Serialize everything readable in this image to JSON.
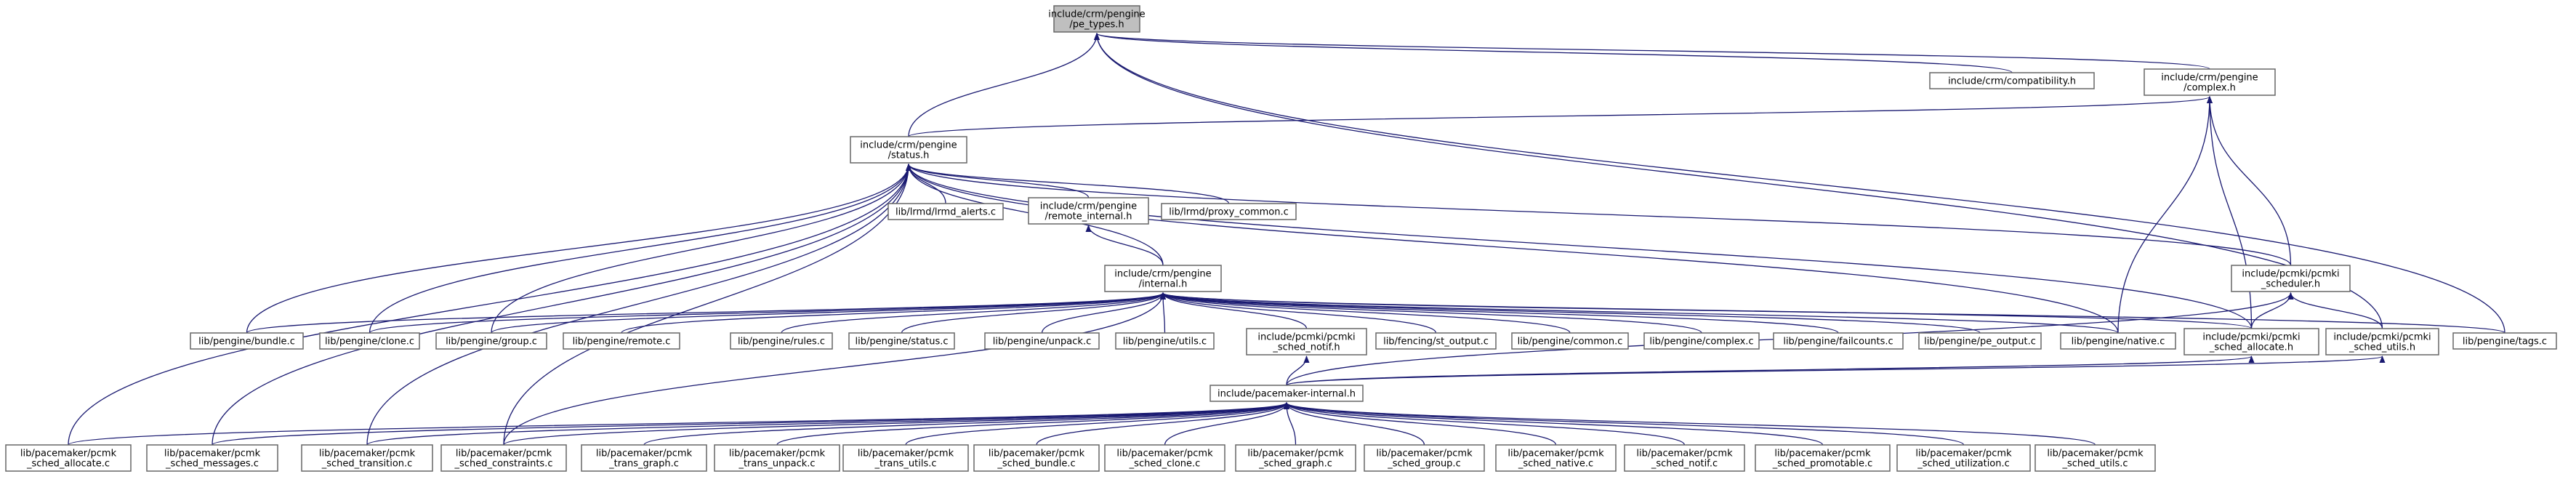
{
  "graph": {
    "root": {
      "id": "pe_types",
      "lines": [
        "include/crm/pengine",
        "/pe_types.h"
      ]
    },
    "nodes": [
      {
        "id": "compat",
        "lines": [
          "include/crm/compatibility.h"
        ]
      },
      {
        "id": "complex_h",
        "lines": [
          "include/crm/pengine",
          "/complex.h"
        ]
      },
      {
        "id": "status_h",
        "lines": [
          "include/crm/pengine",
          "/status.h"
        ]
      },
      {
        "id": "frmd_alerts",
        "lines": [
          "lib/lrmd/lrmd_alerts.c"
        ]
      },
      {
        "id": "remote_internal",
        "lines": [
          "include/crm/pengine",
          "/remote_internal.h"
        ]
      },
      {
        "id": "proxy_common",
        "lines": [
          "lib/lrmd/proxy_common.c"
        ]
      },
      {
        "id": "internal_h",
        "lines": [
          "include/crm/pengine",
          "/internal.h"
        ]
      },
      {
        "id": "scheduler_h",
        "lines": [
          "include/pcmki/pcmki",
          "_scheduler.h"
        ]
      },
      {
        "id": "bundle_c",
        "lines": [
          "lib/pengine/bundle.c"
        ]
      },
      {
        "id": "clone_c",
        "lines": [
          "lib/pengine/clone.c"
        ]
      },
      {
        "id": "group_c",
        "lines": [
          "lib/pengine/group.c"
        ]
      },
      {
        "id": "remote_c",
        "lines": [
          "lib/pengine/remote.c"
        ]
      },
      {
        "id": "rules_c",
        "lines": [
          "lib/pengine/rules.c"
        ]
      },
      {
        "id": "status_c",
        "lines": [
          "lib/pengine/status.c"
        ]
      },
      {
        "id": "unpack_c",
        "lines": [
          "lib/pengine/unpack.c"
        ]
      },
      {
        "id": "utils_c",
        "lines": [
          "lib/pengine/utils.c"
        ]
      },
      {
        "id": "notif_h",
        "lines": [
          "include/pcmki/pcmki",
          "_sched_notif.h"
        ]
      },
      {
        "id": "st_output",
        "lines": [
          "lib/fencing/st_output.c"
        ]
      },
      {
        "id": "common_c",
        "lines": [
          "lib/pengine/common.c"
        ]
      },
      {
        "id": "complex_c",
        "lines": [
          "lib/pengine/complex.c"
        ]
      },
      {
        "id": "failcounts_c",
        "lines": [
          "lib/pengine/failcounts.c"
        ]
      },
      {
        "id": "pe_output_c",
        "lines": [
          "lib/pengine/pe_output.c"
        ]
      },
      {
        "id": "native_c",
        "lines": [
          "lib/pengine/native.c"
        ]
      },
      {
        "id": "allocate_h",
        "lines": [
          "include/pcmki/pcmki",
          "_sched_allocate.h"
        ]
      },
      {
        "id": "utils_h",
        "lines": [
          "include/pcmki/pcmki",
          "_sched_utils.h"
        ]
      },
      {
        "id": "tags_c",
        "lines": [
          "lib/pengine/tags.c"
        ]
      },
      {
        "id": "pm_internal",
        "lines": [
          "include/pacemaker-internal.h"
        ]
      },
      {
        "id": "s_allocate",
        "lines": [
          "lib/pacemaker/pcmk",
          "_sched_allocate.c"
        ]
      },
      {
        "id": "s_messages",
        "lines": [
          "lib/pacemaker/pcmk",
          "_sched_messages.c"
        ]
      },
      {
        "id": "s_transition",
        "lines": [
          "lib/pacemaker/pcmk",
          "_sched_transition.c"
        ]
      },
      {
        "id": "s_constraints",
        "lines": [
          "lib/pacemaker/pcmk",
          "_sched_constraints.c"
        ]
      },
      {
        "id": "t_graph",
        "lines": [
          "lib/pacemaker/pcmk",
          "_trans_graph.c"
        ]
      },
      {
        "id": "t_unpack",
        "lines": [
          "lib/pacemaker/pcmk",
          "_trans_unpack.c"
        ]
      },
      {
        "id": "t_utils",
        "lines": [
          "lib/pacemaker/pcmk",
          "_trans_utils.c"
        ]
      },
      {
        "id": "s_bundle",
        "lines": [
          "lib/pacemaker/pcmk",
          "_sched_bundle.c"
        ]
      },
      {
        "id": "s_clone",
        "lines": [
          "lib/pacemaker/pcmk",
          "_sched_clone.c"
        ]
      },
      {
        "id": "s_graph",
        "lines": [
          "lib/pacemaker/pcmk",
          "_sched_graph.c"
        ]
      },
      {
        "id": "s_group",
        "lines": [
          "lib/pacemaker/pcmk",
          "_sched_group.c"
        ]
      },
      {
        "id": "s_native",
        "lines": [
          "lib/pacemaker/pcmk",
          "_sched_native.c"
        ]
      },
      {
        "id": "s_notif",
        "lines": [
          "lib/pacemaker/pcmk",
          "_sched_notif.c"
        ]
      },
      {
        "id": "s_promotable",
        "lines": [
          "lib/pacemaker/pcmk",
          "_sched_promotable.c"
        ]
      },
      {
        "id": "s_utilization",
        "lines": [
          "lib/pacemaker/pcmk",
          "_sched_utilization.c"
        ]
      },
      {
        "id": "s_utils",
        "lines": [
          "lib/pacemaker/pcmk",
          "_sched_utils.c"
        ]
      }
    ],
    "edges": [
      [
        "compat",
        "pe_types"
      ],
      [
        "complex_h",
        "pe_types"
      ],
      [
        "status_h",
        "pe_types"
      ],
      [
        "utils_h",
        "pe_types"
      ],
      [
        "tags_c",
        "pe_types"
      ],
      [
        "status_h",
        "complex_h"
      ],
      [
        "native_c",
        "complex_h"
      ],
      [
        "allocate_h",
        "complex_h"
      ],
      [
        "scheduler_h",
        "complex_h"
      ],
      [
        "frmd_alerts",
        "status_h"
      ],
      [
        "remote_internal",
        "status_h"
      ],
      [
        "proxy_common",
        "status_h"
      ],
      [
        "internal_h",
        "status_h"
      ],
      [
        "scheduler_h",
        "status_h"
      ],
      [
        "bundle_c",
        "status_h"
      ],
      [
        "clone_c",
        "status_h"
      ],
      [
        "group_c",
        "status_h"
      ],
      [
        "native_c",
        "status_h"
      ],
      [
        "allocate_h",
        "status_h"
      ],
      [
        "s_allocate",
        "status_h"
      ],
      [
        "s_messages",
        "status_h"
      ],
      [
        "s_transition",
        "status_h"
      ],
      [
        "s_constraints",
        "status_h"
      ],
      [
        "internal_h",
        "remote_internal"
      ],
      [
        "bundle_c",
        "internal_h"
      ],
      [
        "clone_c",
        "internal_h"
      ],
      [
        "group_c",
        "internal_h"
      ],
      [
        "remote_c",
        "internal_h"
      ],
      [
        "rules_c",
        "internal_h"
      ],
      [
        "status_c",
        "internal_h"
      ],
      [
        "unpack_c",
        "internal_h"
      ],
      [
        "utils_c",
        "internal_h"
      ],
      [
        "notif_h",
        "internal_h"
      ],
      [
        "st_output",
        "internal_h"
      ],
      [
        "common_c",
        "internal_h"
      ],
      [
        "complex_c",
        "internal_h"
      ],
      [
        "failcounts_c",
        "internal_h"
      ],
      [
        "pe_output_c",
        "internal_h"
      ],
      [
        "native_c",
        "internal_h"
      ],
      [
        "allocate_h",
        "internal_h"
      ],
      [
        "tags_c",
        "internal_h"
      ],
      [
        "s_constraints",
        "internal_h"
      ],
      [
        "allocate_h",
        "scheduler_h"
      ],
      [
        "utils_h",
        "scheduler_h"
      ],
      [
        "pm_internal",
        "scheduler_h"
      ],
      [
        "pm_internal",
        "notif_h"
      ],
      [
        "pm_internal",
        "allocate_h"
      ],
      [
        "pm_internal",
        "utils_h"
      ],
      [
        "s_allocate",
        "pm_internal"
      ],
      [
        "s_messages",
        "pm_internal"
      ],
      [
        "s_transition",
        "pm_internal"
      ],
      [
        "s_constraints",
        "pm_internal"
      ],
      [
        "t_graph",
        "pm_internal"
      ],
      [
        "t_unpack",
        "pm_internal"
      ],
      [
        "t_utils",
        "pm_internal"
      ],
      [
        "s_bundle",
        "pm_internal"
      ],
      [
        "s_clone",
        "pm_internal"
      ],
      [
        "s_graph",
        "pm_internal"
      ],
      [
        "s_group",
        "pm_internal"
      ],
      [
        "s_native",
        "pm_internal"
      ],
      [
        "s_notif",
        "pm_internal"
      ],
      [
        "s_promotable",
        "pm_internal"
      ],
      [
        "s_utilization",
        "pm_internal"
      ],
      [
        "s_utils",
        "pm_internal"
      ]
    ]
  }
}
